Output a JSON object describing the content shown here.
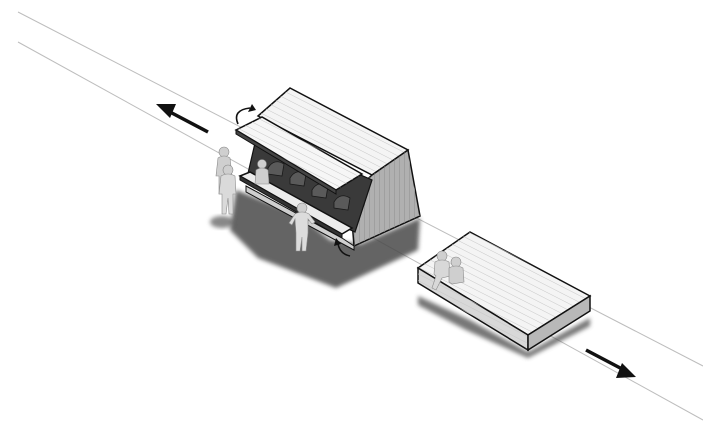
{
  "scene": {
    "type": "isometric-diagram",
    "objects": [
      "track-lines",
      "kiosk-module",
      "platform-module",
      "people",
      "direction-arrows",
      "rotation-arrows"
    ],
    "arrows": [
      "move-left-arrow",
      "move-right-arrow",
      "awning-rotate-arrow",
      "counter-rotate-arrow"
    ],
    "colors": {
      "background": "#ffffff",
      "outline": "#111111",
      "light_face": "#f2f2f2",
      "mid_face": "#d6d6d6",
      "dark_face": "#9a9a9a",
      "shadow": "#4a4a4a",
      "person": "#cfcfcf"
    }
  }
}
